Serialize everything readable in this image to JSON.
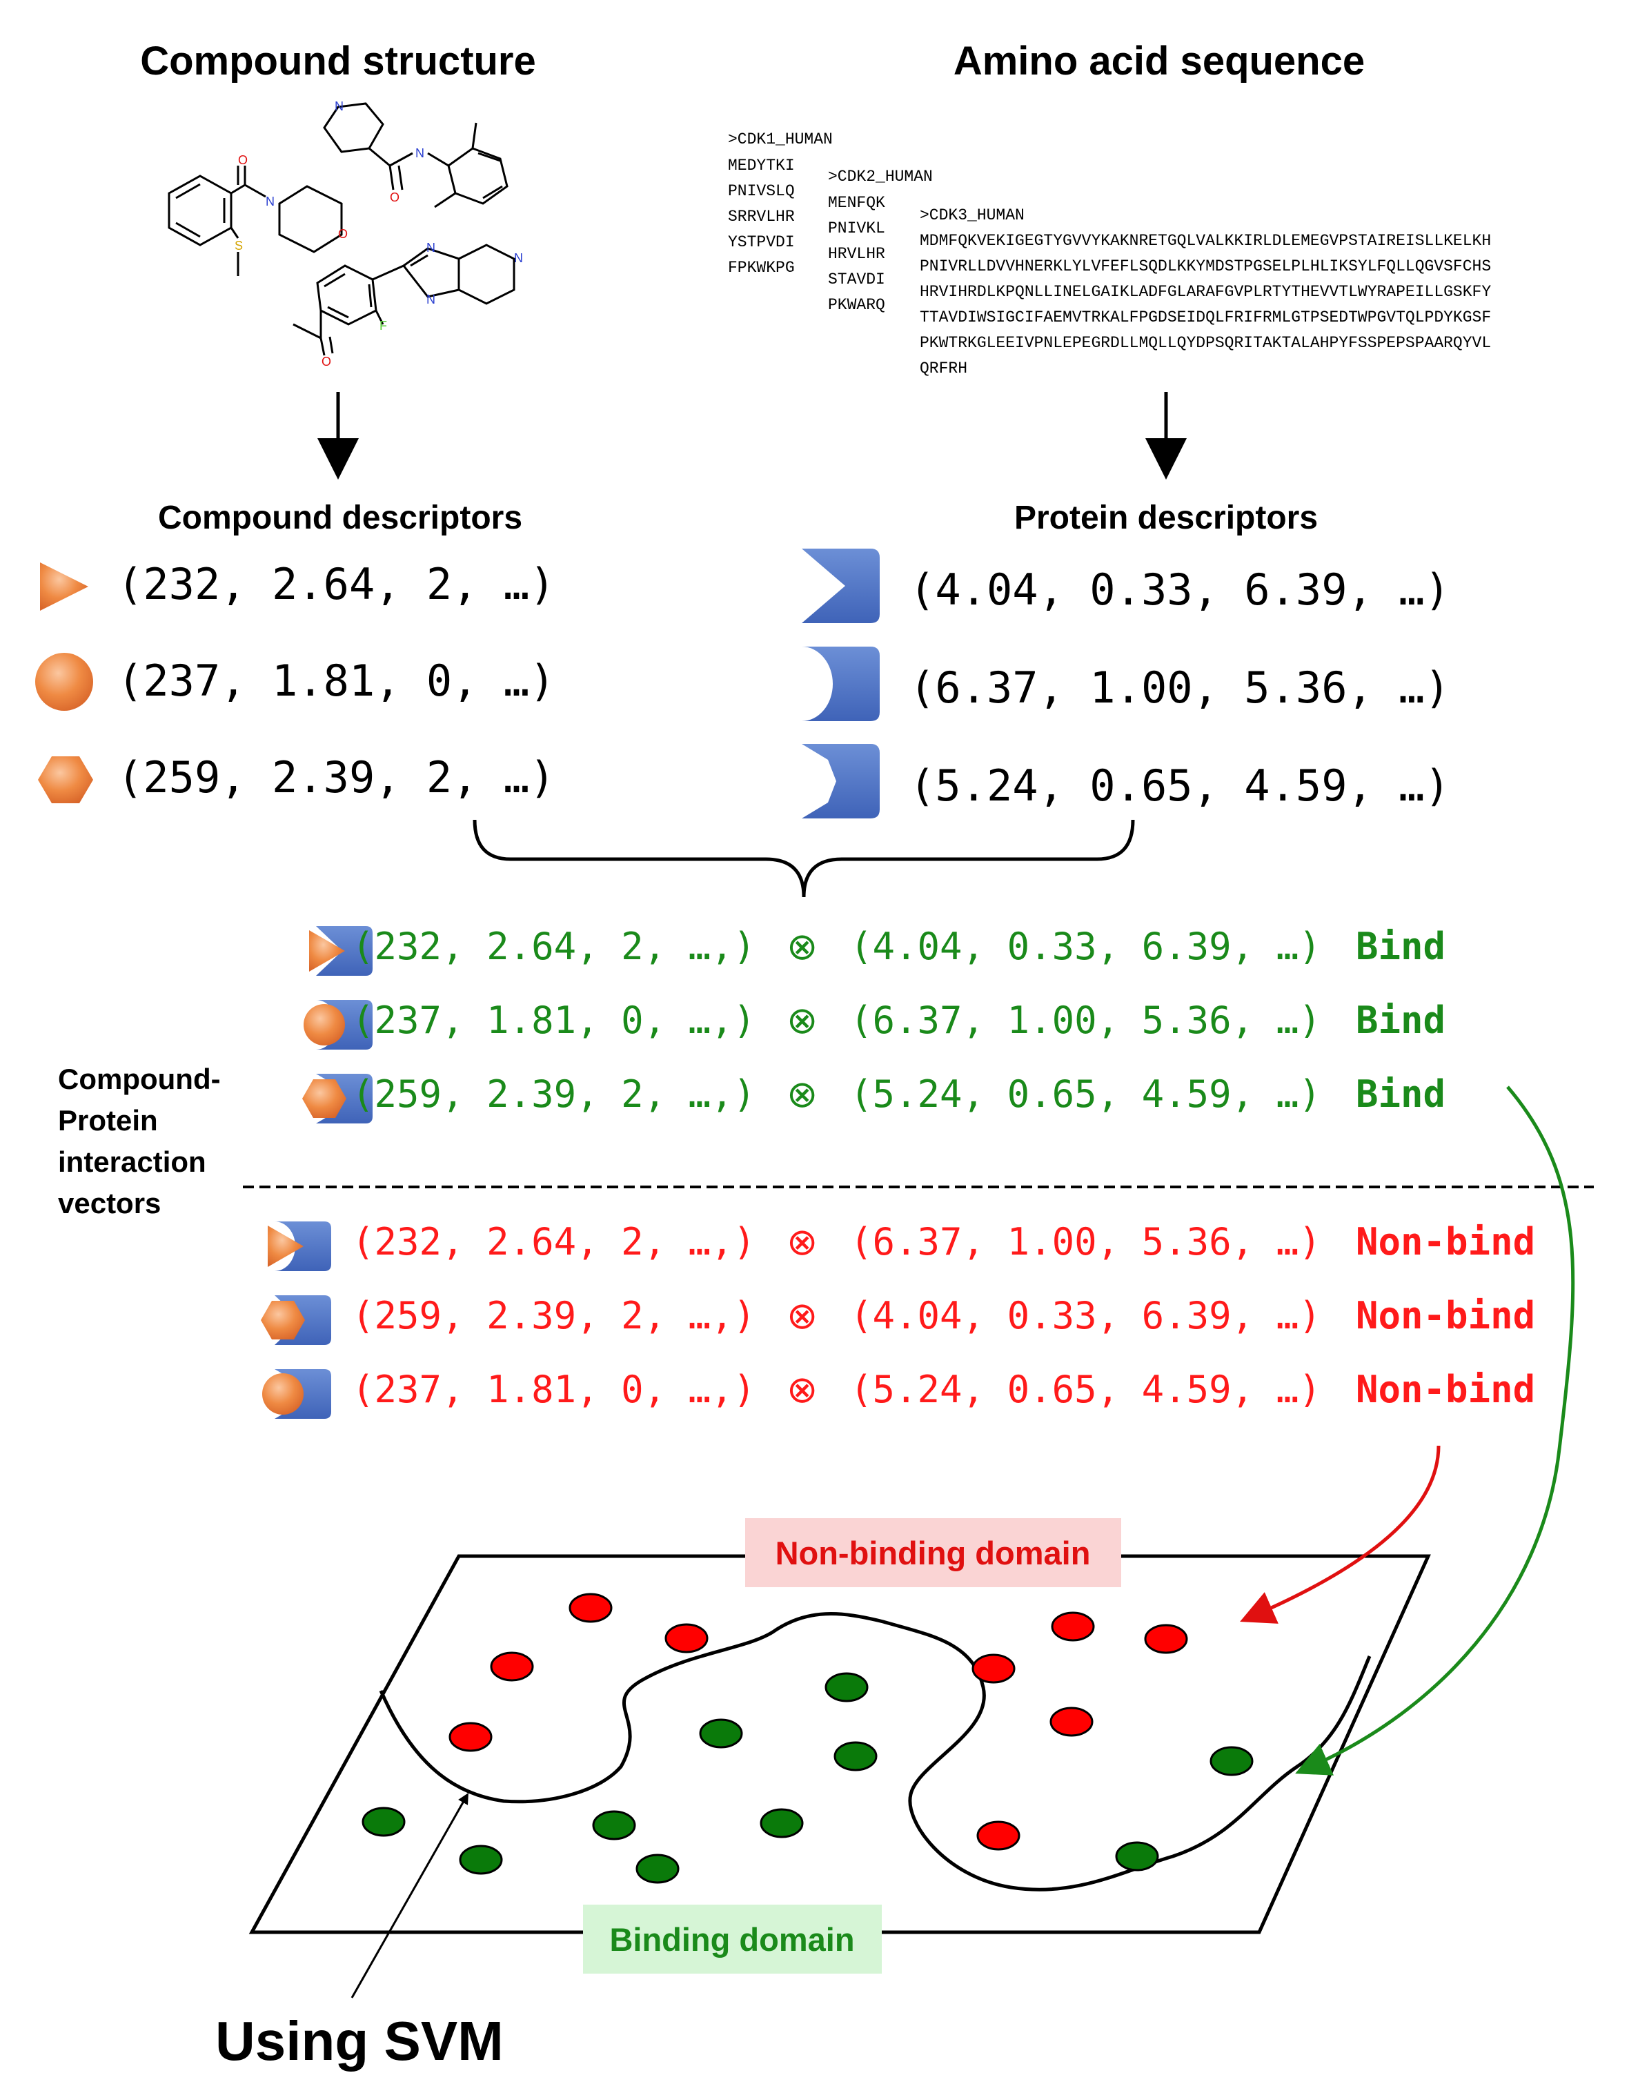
{
  "headers": {
    "compound_structure": "Compound structure",
    "amino_acid_sequence": "Amino acid sequence",
    "compound_descriptors": "Compound descriptors",
    "protein_descriptors": "Protein descriptors",
    "cpi_vectors_lines": [
      "Compound-",
      "Protein",
      "interaction",
      "vectors"
    ]
  },
  "molecules": {
    "atoms": {
      "N": "N",
      "O": "O",
      "S": "S",
      "F": "F"
    }
  },
  "sequences": [
    {
      "name": ">CDK1_HUMAN",
      "lines": [
        "MEDYTKI",
        "PNIVSLQ",
        "SRRVLHR",
        "YSTPVDI",
        "FPKWKPG"
      ]
    },
    {
      "name": ">CDK2_HUMAN",
      "lines": [
        "MENFQK",
        "PNIVKL",
        "HRVLHR",
        "STAVDI",
        "PKWARQ"
      ]
    },
    {
      "name": ">CDK3_HUMAN",
      "lines": [
        "MDMFQKVEKIGEGTYGVVYKAKNRETGQLVALKKIRLDLEMEGVPSTAIREISLLKELKH",
        "PNIVRLLDVVHNERKLYLVFEFLSQDLKKYMDSTPGSELPLHLIKSYLFQLLQGVSFCHS",
        "HRVIHRDLKPQNLLINELGAIKLADFGLARAFGVPLRTYTHEVVTLWYRAPEILLGSKFY",
        "TTAVDIWSIGCIFAEMVTRKALFPGDSEIDQLFRIFRMLGTPSEDTWPGVTQLPDYKGSF",
        "PKWTRKGLEEIVPNLEPEGRDLLMQLLQYDPSQRITAKTALAHPYFSSPEPSPAARQYVL",
        "QRFRH"
      ]
    }
  ],
  "compound_descriptors": [
    {
      "shape": "triangle-icon",
      "text": "(232, 2.64, 2, …)"
    },
    {
      "shape": "circle-icon",
      "text": "(237, 1.81, 0, …)"
    },
    {
      "shape": "hexagon-icon",
      "text": "(259, 2.39, 2, …)"
    }
  ],
  "protein_descriptors": [
    {
      "shape": "pocket-triangle-icon",
      "text": "(4.04, 0.33, 6.39, …)"
    },
    {
      "shape": "pocket-round-icon",
      "text": "(6.37, 1.00, 5.36, …)"
    },
    {
      "shape": "pocket-hex-icon",
      "text": "(5.24, 0.65, 4.59, …)"
    }
  ],
  "interaction_rows": [
    {
      "compound": "(232, 2.64, 2, …,)",
      "op": "⊗",
      "protein": "(4.04, 0.33, 6.39, …)",
      "label": "Bind",
      "class": "bind"
    },
    {
      "compound": "(237, 1.81, 0, …,)",
      "op": "⊗",
      "protein": "(6.37, 1.00, 5.36, …)",
      "label": "Bind",
      "class": "bind"
    },
    {
      "compound": "(259, 2.39, 2, …,)",
      "op": "⊗",
      "protein": "(5.24, 0.65, 4.59, …)",
      "label": "Bind",
      "class": "bind"
    },
    {
      "compound": "(232, 2.64, 2, …,)",
      "op": "⊗",
      "protein": "(6.37, 1.00, 5.36, …)",
      "label": "Non-bind",
      "class": "nonbind"
    },
    {
      "compound": "(259, 2.39, 2, …,)",
      "op": "⊗",
      "protein": "(4.04, 0.33, 6.39, …)",
      "label": "Non-bind",
      "class": "nonbind"
    },
    {
      "compound": "(237, 1.81, 0, …,)",
      "op": "⊗",
      "protein": "(5.24, 0.65, 4.59, …)",
      "label": "Non-bind",
      "class": "nonbind"
    }
  ],
  "svm": {
    "non_binding_label": "Non-binding domain",
    "binding_label": "Binding domain",
    "method_label": "Using SVM"
  },
  "colors": {
    "bind": "#1a8a1a",
    "nonbind": "#ff1a1a",
    "compound_orange": "#ef8a43",
    "protein_blue": "#4a72c4",
    "nonbind_label_bg": "#fad4d4",
    "bind_label_bg": "#d6f5d6",
    "dot_red": "#ff0000",
    "dot_green": "#0a7a0a"
  }
}
